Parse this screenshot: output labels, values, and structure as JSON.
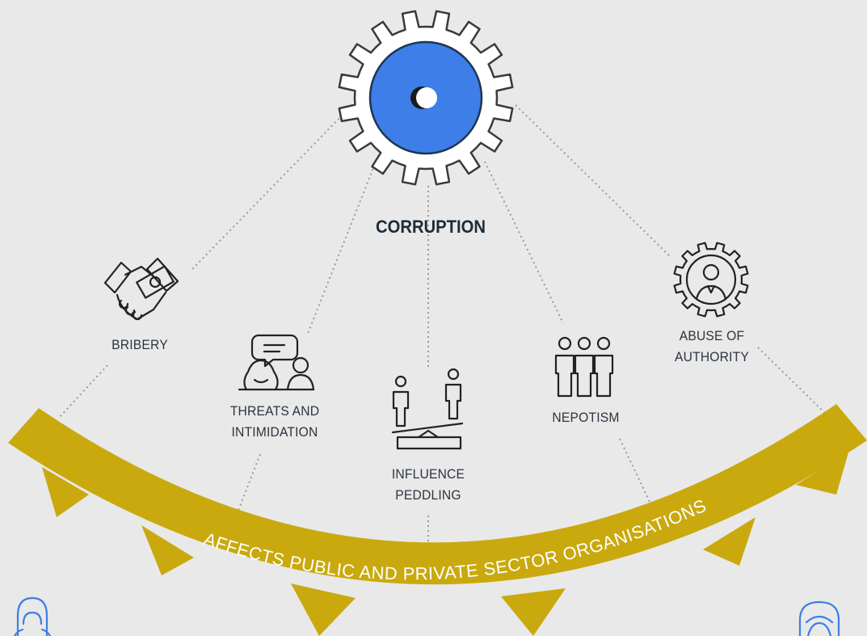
{
  "title": "CORRUPTION",
  "banner_text": "AFFECTS PUBLIC AND PRIVATE SECTOR ORGANISATIONS",
  "nodes": [
    {
      "id": "bribery",
      "lines": [
        "BRIBERY"
      ],
      "icon": "handshake-money-icon"
    },
    {
      "id": "threats",
      "lines": [
        "THREATS AND",
        "INTIMIDATION"
      ],
      "icon": "threatening-figure-icon"
    },
    {
      "id": "influence",
      "lines": [
        "INFLUENCE",
        "PEDDLING"
      ],
      "icon": "balance-people-icon"
    },
    {
      "id": "nepotism",
      "lines": [
        "NEPOTISM"
      ],
      "icon": "family-group-icon"
    },
    {
      "id": "abuse",
      "lines": [
        "ABUSE OF",
        "AUTHORITY"
      ],
      "icon": "gear-person-icon"
    }
  ],
  "colors": {
    "background": "#e9e9e9",
    "gear_outline": "#3a3a3a",
    "gear_center": "#3d7ee8",
    "banner": "#c9a90e",
    "text": "#2b3440",
    "connector": "#9a9a9a"
  },
  "icons": {
    "gear": "gear-icon",
    "left_person": "woman-icon",
    "right_person": "woman-icon"
  }
}
